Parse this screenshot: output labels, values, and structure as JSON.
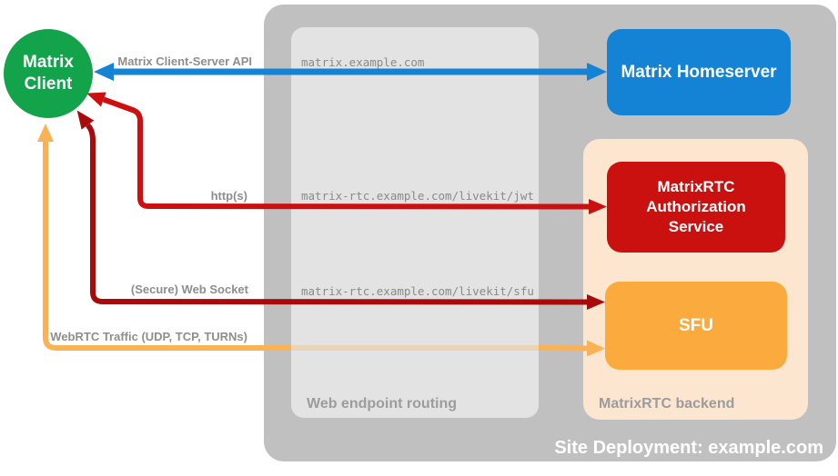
{
  "containers": {
    "site": {
      "label": "Site Deployment: example.com",
      "color": "#c0c0c0"
    },
    "routing": {
      "label": "Web endpoint routing",
      "color": "#e3e3e3"
    },
    "backend": {
      "label": "MatrixRTC backend",
      "color": "#fce6cf"
    }
  },
  "nodes": {
    "client": {
      "label": "Matrix\nClient",
      "color": "#12a34b"
    },
    "homeserver": {
      "label": "Matrix Homeserver",
      "color": "#1583d5"
    },
    "auth": {
      "label": "MatrixRTC\nAuthorization\nService",
      "color": "#cb1010"
    },
    "sfu": {
      "label": "SFU",
      "color": "#fbaa3d"
    }
  },
  "edges": {
    "api": {
      "label": "Matrix Client-Server API",
      "endpoint": "matrix.example.com",
      "color": "#1583d5",
      "style": "bidirectional"
    },
    "http": {
      "label": "http(s)",
      "endpoint": "matrix-rtc.example.com/livekit/jwt",
      "color": "#cc0f0f",
      "style": "bidirectional"
    },
    "ws": {
      "label": "(Secure) Web Socket",
      "endpoint": "matrix-rtc.example.com/livekit/sfu",
      "color": "#a80b0b",
      "style": "bidirectional"
    },
    "webrtc": {
      "label": "WebRTC Traffic (UDP, TCP, TURNs)",
      "endpoint": "",
      "color": "#fbb255",
      "style": "bidirectional-bypasses-routing"
    }
  }
}
